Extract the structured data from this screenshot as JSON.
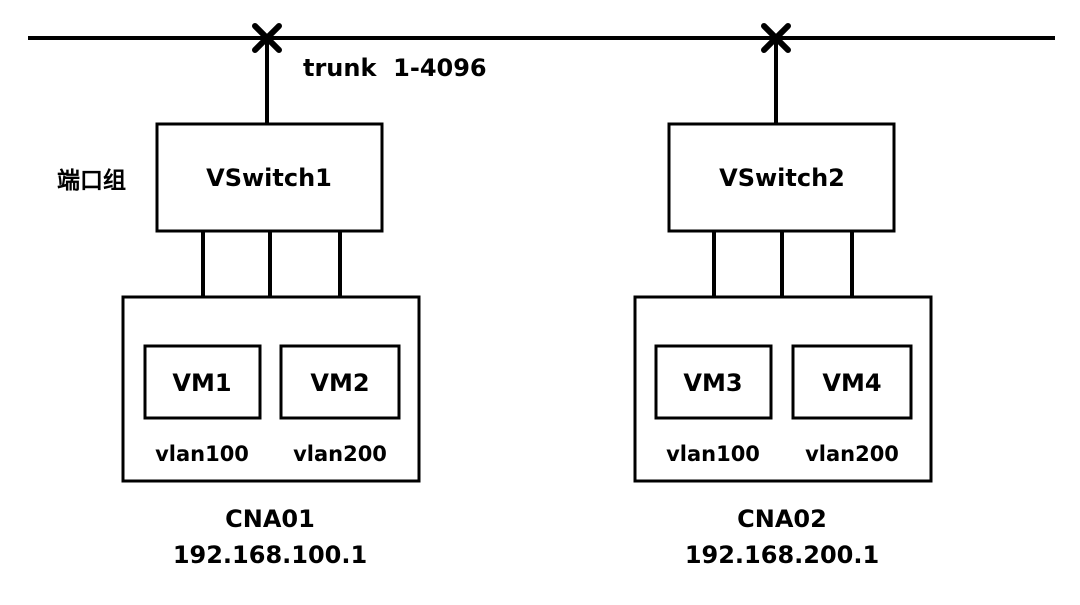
{
  "trunk_label": "trunk  1-4096",
  "port_group_label": "端口组",
  "hosts": [
    {
      "vswitch": "VSwitch1",
      "name": "CNA01",
      "ip": "192.168.100.1",
      "vms": [
        {
          "name": "VM1",
          "vlan": "vlan100"
        },
        {
          "name": "VM2",
          "vlan": "vlan200"
        }
      ]
    },
    {
      "vswitch": "VSwitch2",
      "name": "CNA02",
      "ip": "192.168.200.1",
      "vms": [
        {
          "name": "VM3",
          "vlan": "vlan100"
        },
        {
          "name": "VM4",
          "vlan": "vlan200"
        }
      ]
    }
  ]
}
